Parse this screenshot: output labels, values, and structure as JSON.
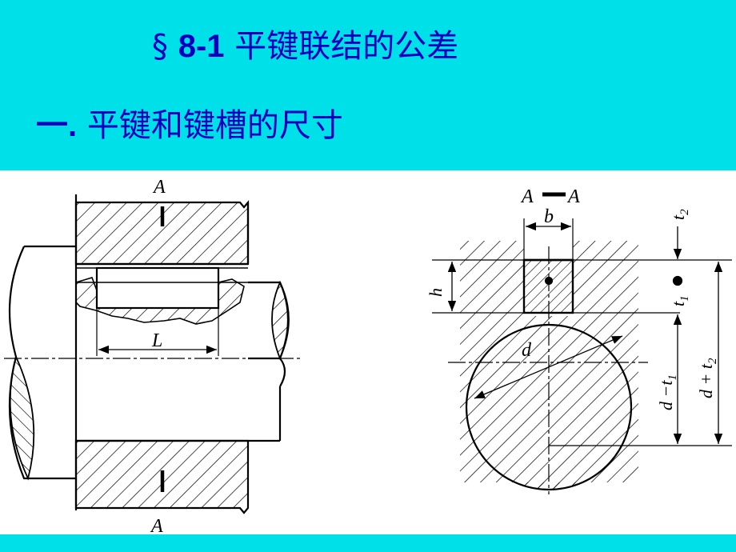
{
  "colors": {
    "banner": "#00e0e8",
    "title": "#0000c0",
    "line": "#000000",
    "footer": "#00e0e8"
  },
  "slide": {
    "section_mark": "§",
    "section_number": "8-1",
    "title_text": "平键联结的公差",
    "subtitle_prefix": "一.",
    "subtitle_text": "平键和键槽的尺寸"
  },
  "left_view": {
    "section_label_top": "A",
    "section_label_bottom": "A",
    "length_label": "L"
  },
  "right_view": {
    "section_a1": "A",
    "section_a2": "A",
    "b_label": "b",
    "h_label": "h",
    "d_label": "d",
    "t2_label": "t",
    "t2_sub": "2",
    "t1_label": "t",
    "t1_sub": "1",
    "d_minus_t1_label": "d −t",
    "d_minus_t1_sub": "1",
    "d_plus_t2_label": "d + t",
    "d_plus_t2_sub": "2"
  }
}
